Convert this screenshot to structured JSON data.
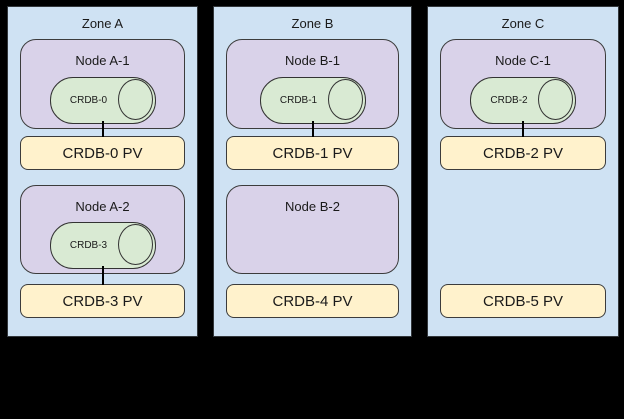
{
  "diagram": {
    "background_color": "#000000",
    "colors": {
      "zone_fill": "#cfe2f3",
      "node_fill": "#d9d2e9",
      "pod_fill": "#d9ead3",
      "pv_fill": "#fff2cc",
      "border": "#333333"
    },
    "zones": [
      {
        "label": "Zone A",
        "node1": {
          "label": "Node A-1",
          "pod": "CRDB-0"
        },
        "pv1": "CRDB-0 PV",
        "node2": {
          "label": "Node A-2",
          "pod": "CRDB-3"
        },
        "pv2": "CRDB-3 PV"
      },
      {
        "label": "Zone B",
        "node1": {
          "label": "Node B-1",
          "pod": "CRDB-1"
        },
        "pv1": "CRDB-1 PV",
        "node2": {
          "label": "Node B-2"
        },
        "pv2": "CRDB-4 PV"
      },
      {
        "label": "Zone C",
        "node1": {
          "label": "Node C-1",
          "pod": "CRDB-2"
        },
        "pv1": "CRDB-2 PV",
        "pv2": "CRDB-5 PV"
      }
    ]
  }
}
